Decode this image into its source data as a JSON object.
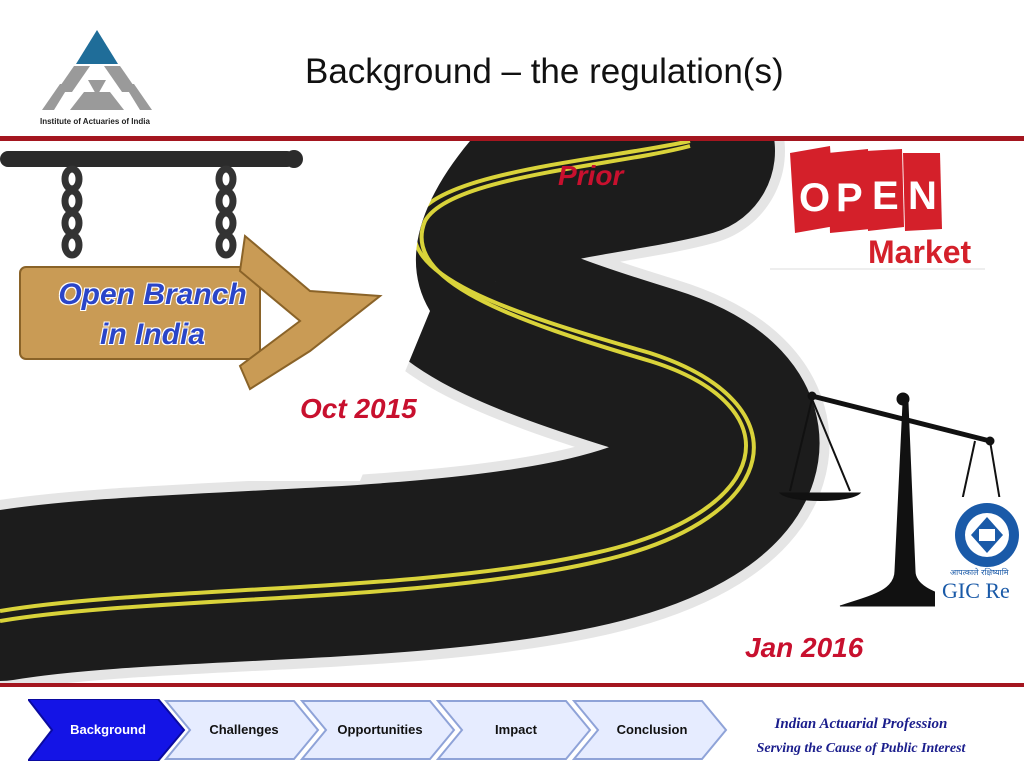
{
  "header": {
    "title": "Background – the regulation(s)",
    "logo_caption": "Institute of Actuaries of India"
  },
  "scene": {
    "sign_line1": "Open Branch",
    "sign_line2": "in India",
    "milestone_prior": "Prior",
    "milestone_oct": "Oct 2015",
    "milestone_jan": "Jan 2016",
    "open_market_top": "OPEN",
    "open_market_bottom": "Market",
    "gic_name": "GIC Re",
    "gic_hindi": "आपत्काले रक्षिष्यामि"
  },
  "nav": {
    "items": [
      {
        "label": "Background",
        "active": true
      },
      {
        "label": "Challenges",
        "active": false
      },
      {
        "label": "Opportunities",
        "active": false
      },
      {
        "label": "Impact",
        "active": false
      },
      {
        "label": "Conclusion",
        "active": false
      }
    ]
  },
  "footer": {
    "line1": "Indian Actuarial Profession",
    "line2": "Serving the Cause of Public Interest"
  },
  "colors": {
    "accent_red": "#a4161f",
    "label_red": "#c8102e",
    "sign_blue": "#2a45c8",
    "nav_active": "#1414e6",
    "nav_inactive": "#e6ecff",
    "footer_navy": "#1a1d8c"
  }
}
